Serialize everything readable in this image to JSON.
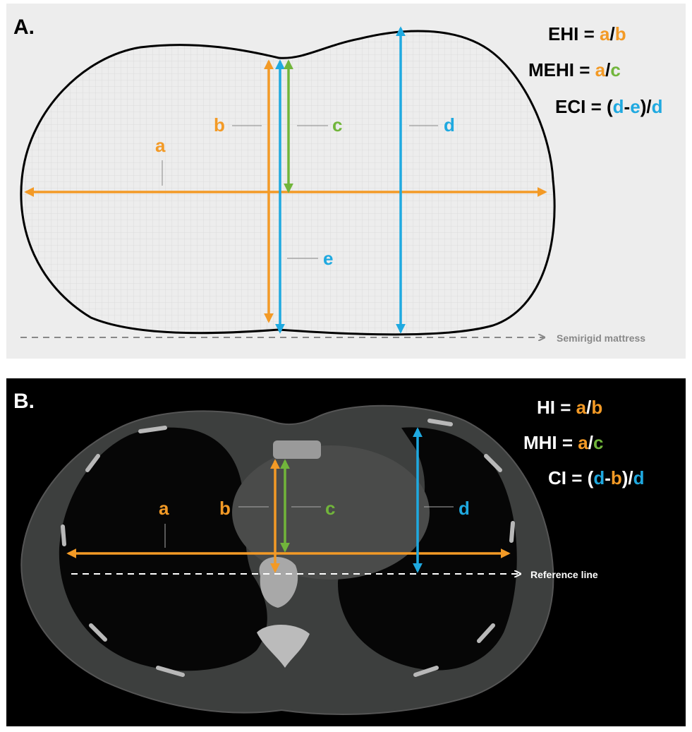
{
  "colors": {
    "orange": "#f39a26",
    "green": "#71b53b",
    "blue": "#1fa9e0",
    "panel_a_bg": "#ededed",
    "panel_b_bg": "#000000"
  },
  "panel_a": {
    "label": "A.",
    "measures": {
      "a": "a",
      "b": "b",
      "c": "c",
      "d": "d",
      "e": "e"
    },
    "formulas": {
      "ehi": {
        "name": "EHI = ",
        "num": "a",
        "slash": "/",
        "den": "b"
      },
      "mehi": {
        "name": "MEHI = ",
        "num": "a",
        "slash": "/",
        "den": "c"
      },
      "eci": {
        "name": "ECI = ",
        "open": "(",
        "x": "d",
        "minus": "-",
        "y": "e",
        "close": ")/",
        "den": "d"
      }
    },
    "baseline_label": "Semirigid mattress"
  },
  "panel_b": {
    "label": "B.",
    "measures": {
      "a": "a",
      "b": "b",
      "c": "c",
      "d": "d"
    },
    "formulas": {
      "hi": {
        "name": "HI = ",
        "num": "a",
        "slash": "/",
        "den": "b"
      },
      "mhi": {
        "name": "MHI = ",
        "num": "a",
        "slash": "/",
        "den": "c"
      },
      "ci": {
        "name": "CI = ",
        "open": "(",
        "x": "d",
        "minus": "-",
        "y": "b",
        "close": ")/",
        "den": "d"
      }
    },
    "baseline_label": "Reference line"
  }
}
